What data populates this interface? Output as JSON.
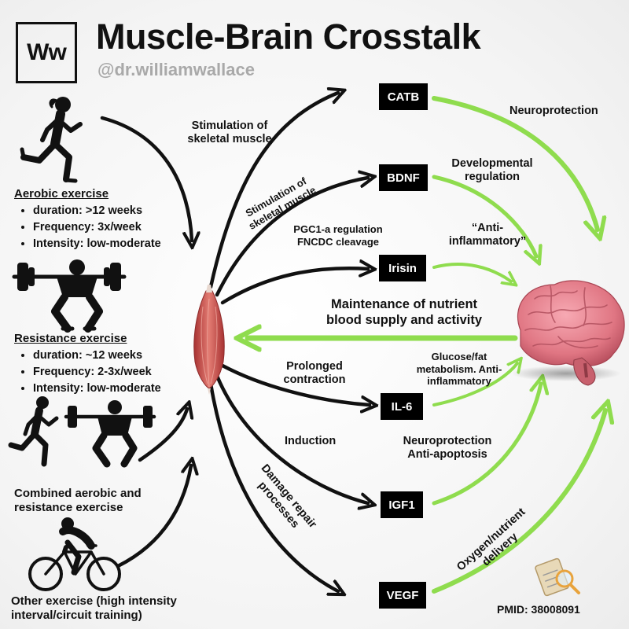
{
  "header": {
    "logo_text": "Ww",
    "title": "Muscle-Brain Crosstalk",
    "handle": "@dr.williamwallace"
  },
  "exercises": {
    "aerobic": {
      "heading": "Aerobic exercise",
      "bullets": [
        "duration: >12 weeks",
        "Frequency: 3x/week",
        "Intensity: low-moderate"
      ]
    },
    "resistance": {
      "heading": "Resistance exercise",
      "bullets": [
        "duration: ~12 weeks",
        "Frequency: 2-3x/week",
        "Intensity: low-moderate"
      ]
    },
    "combined": {
      "line1": "Combined aerobic and",
      "line2": "resistance exercise"
    },
    "other": {
      "line1": "Other exercise (high intensity",
      "line2": "interval/circuit training)"
    }
  },
  "molecules": {
    "catb": "CATB",
    "bdnf": "BDNF",
    "irisin": "Irisin",
    "il6": "IL-6",
    "igf1": "IGF1",
    "vegf": "VEGF"
  },
  "muscle_paths": {
    "catb": {
      "line1": "Stimulation of",
      "line2": "skeletal muscle"
    },
    "bdnf": {
      "line1": "Stimulation of",
      "line2": "skeletal muscle"
    },
    "irisin": {
      "line1": "PGC1-a regulation",
      "line2": "FNCDC cleavage"
    },
    "il6": {
      "line1": "Prolonged",
      "line2": "contraction"
    },
    "igf1": "Induction",
    "vegf": {
      "line1": "Damage repair",
      "line2": "processes"
    }
  },
  "brain_effects": {
    "catb": "Neuroprotection",
    "bdnf": {
      "line1": "Developmental",
      "line2": "regulation"
    },
    "irisin": {
      "line1": "“Anti-",
      "line2": "inflammatory”"
    },
    "il6": {
      "line1": "Glucose/fat",
      "line2": "metabolism. Anti-",
      "line3": "inflammatory"
    },
    "igf1": {
      "line1": "Neuroprotection",
      "line2": "Anti-apoptosis"
    },
    "vegf": {
      "line1": "Oxygen/nutrient",
      "line2": "delivery"
    }
  },
  "feedback": {
    "line1": "Maintenance of nutrient",
    "line2": "blood supply and activity"
  },
  "footer": {
    "pmid": "PMID: 38008091"
  },
  "colors": {
    "green": "#8fdc4e",
    "black": "#111111",
    "muscle": "#c94a4a",
    "brain": "#e9808e"
  },
  "icons": [
    "runner-icon",
    "squat-lifter-icon",
    "combined-exercise-icon",
    "cyclist-icon",
    "muscle-icon",
    "brain-icon",
    "clipboard-magnifier-icon"
  ]
}
